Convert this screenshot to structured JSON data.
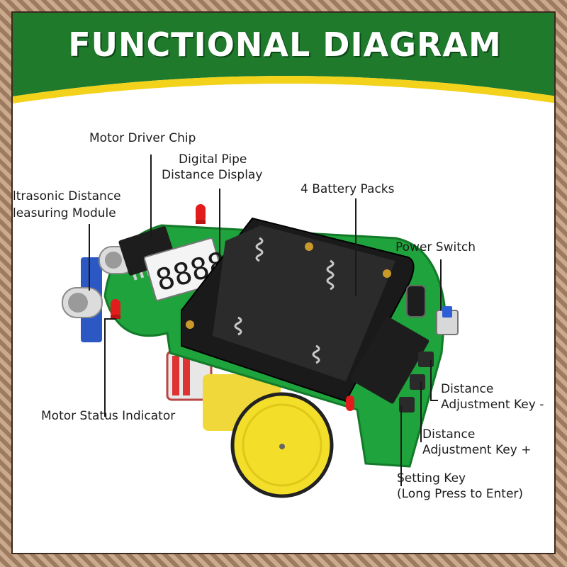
{
  "title": "FUNCTIONAL DIAGRAM",
  "labels": {
    "motor_driver_chip": "Motor Driver Chip",
    "digital_pipe_1": "Digital Pipe",
    "digital_pipe_2": "Distance Display",
    "ultrasonic_1": "ltrasonic Distance",
    "ultrasonic_2": "leasuring Module",
    "battery_packs": "4 Battery Packs",
    "power_switch": "Power Switch",
    "motor_status": "Motor Status Indicator",
    "dist_minus_1": "Distance",
    "dist_minus_2": "Adjustment Key -",
    "dist_plus_1": "Distance",
    "dist_plus_2": "Adjustment Key +",
    "setting_1": "Setting Key",
    "setting_2": "(Long Press to Enter)"
  },
  "display_digits": "8888",
  "colors": {
    "banner_green": "#1f7a2c",
    "banner_yellow": "#f2d21b",
    "board_green": "#1fa33c",
    "wheel_yellow": "#f3de2a",
    "battery_black": "#1a1a1a"
  }
}
